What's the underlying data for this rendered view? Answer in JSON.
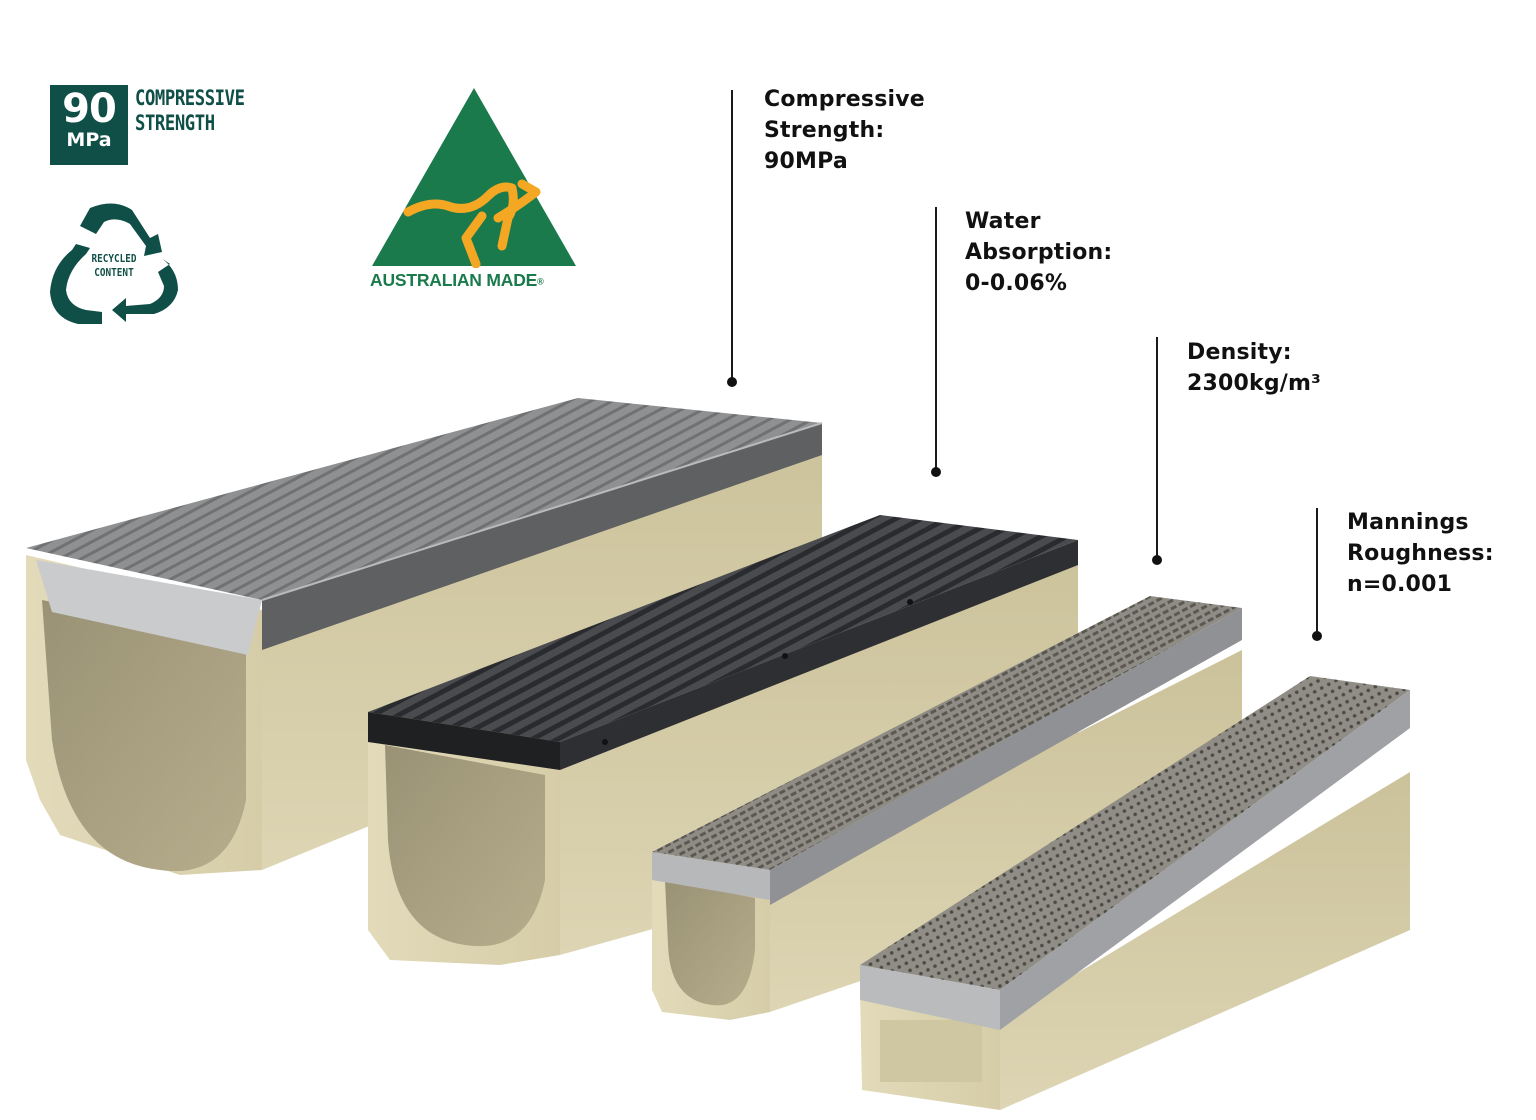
{
  "badges": {
    "compressive_badge": {
      "number": "90",
      "unit": "MPa",
      "label_line1": "COMPRESSIVE",
      "label_line2": "STRENGTH",
      "color": "#0f4f47"
    },
    "recycled_badge": {
      "line1": "RECYCLED",
      "line2": "CONTENT",
      "color": "#0f4f47"
    },
    "australian_made": {
      "label": "AUSTRALIAN MADE",
      "registered_mark": "®",
      "triangle_color": "#1a7a4c",
      "kangaroo_color": "#f3a722"
    }
  },
  "callouts": [
    {
      "label_line1": "Compressive",
      "label_line2": "Strength:",
      "value": "90MPa"
    },
    {
      "label_line1": "Water",
      "label_line2": "Absorption:",
      "value": "0-0.06%"
    },
    {
      "label_line1": "Density:",
      "value": "2300kg/m³"
    },
    {
      "label_line1": "Mannings",
      "label_line2": "Roughness:",
      "value": "n=0.001"
    }
  ],
  "products": [
    {
      "name": "Large channel with galvanised solid-look grate",
      "grate": "galvanised steel"
    },
    {
      "name": "Medium channel with black ductile iron grate",
      "grate": "black cast iron"
    },
    {
      "name": "Small channel with stainless mesh grate",
      "grate": "stainless steel mesh"
    },
    {
      "name": "Slim channel with perforated stainless grate",
      "grate": "perforated stainless steel"
    }
  ],
  "colors": {
    "concrete": "#d8cfa8",
    "concrete_shadow": "#a89f7e",
    "steel": "#9a9c9e",
    "cast_iron": "#3c3d40",
    "text": "#111111"
  }
}
